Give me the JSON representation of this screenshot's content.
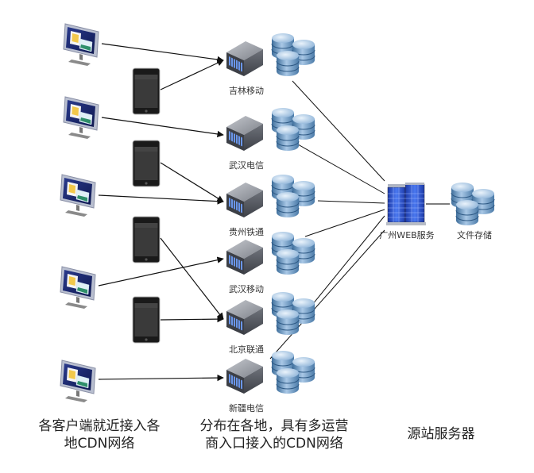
{
  "diagram": {
    "clients": {
      "monitors": [
        {
          "id": "m1"
        },
        {
          "id": "m2"
        },
        {
          "id": "m3"
        },
        {
          "id": "m4"
        },
        {
          "id": "m5"
        }
      ],
      "phones": [
        {
          "id": "p1"
        },
        {
          "id": "p2"
        },
        {
          "id": "p3"
        },
        {
          "id": "p4"
        }
      ]
    },
    "edge_nodes": [
      {
        "id": "jilin",
        "label": "吉林移动"
      },
      {
        "id": "wuhan-telecom",
        "label": "武汉电信"
      },
      {
        "id": "guizhou",
        "label": "贵州铁通"
      },
      {
        "id": "wuhan-mobile",
        "label": "武汉移动"
      },
      {
        "id": "beijing",
        "label": "北京联通"
      },
      {
        "id": "xinjiang",
        "label": "新疆电信"
      }
    ],
    "origin": {
      "web_server_label": "广州WEB服务",
      "storage_label": "文件存储"
    },
    "client_links": [
      {
        "from": "m1",
        "to": "jilin"
      },
      {
        "from": "p1",
        "to": "jilin"
      },
      {
        "from": "m2",
        "to": "wuhan-telecom"
      },
      {
        "from": "p2",
        "to": "guizhou"
      },
      {
        "from": "m3",
        "to": "guizhou"
      },
      {
        "from": "p3",
        "to": "beijing"
      },
      {
        "from": "m4",
        "to": "wuhan-mobile"
      },
      {
        "from": "p4",
        "to": "beijing"
      },
      {
        "from": "m5",
        "to": "xinjiang"
      }
    ],
    "origin_links": [
      "jilin",
      "wuhan-telecom",
      "guizhou",
      "wuhan-mobile",
      "beijing",
      "xinjiang"
    ],
    "colors": {
      "line": "#111111",
      "db_light": "#d8e8f5",
      "db_mid": "#7fa8cf",
      "db_dark": "#3f6f9c",
      "server_top": "#9a9ea6",
      "server_front": "#4a4d55",
      "server_slot": "#5b8be0",
      "building_blue": "#2f58d8",
      "building_dark": "#1a2f8a",
      "monitor_frame": "#1c2a6e",
      "phone_body": "#2b2b2b"
    }
  },
  "captions": {
    "clients": "各客户端就近接入各地CDN网络",
    "clients_line1": "各客户端就近接入各",
    "clients_line2": "地CDN网络",
    "cdn_line1": "分布在各地，具有多运营",
    "cdn_line2": "商入口接入的CDN网络",
    "origin": "源站服务器"
  }
}
